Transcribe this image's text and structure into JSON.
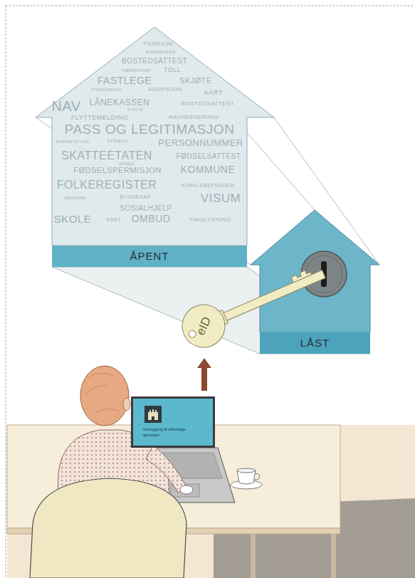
{
  "diagram": {
    "nodes": [
      {
        "text": [
          "PENSJON",
          "BARNEHAGE",
          "BOSTEDSATTEST",
          "FØRERKORT",
          "TOLL",
          "FASTLEGE",
          "SKJØTE",
          "FORSIKRING",
          "ADOPSJON",
          "KART",
          "NAV",
          "LÅNEKASSEN",
          "BOSTEDSATTEST",
          "STØTTE",
          "FLYTTEMELDING",
          "NAVNEENDRING",
          "PASS OG LEGITIMASJON",
          "BARNETRYGD",
          "STIPEND",
          "PERSONNUMMER",
          "SKATTEETATEN",
          "FØDSELSATTEST",
          "ARBEID",
          "FØDSELSPERMISJON",
          "KOMMUNE",
          "FOLKEREGISTER",
          "FORELDREPENGER",
          "VELFERD",
          "BYGGESAK",
          "VISUM",
          "SOSIALHJELP",
          "SKOLE",
          "KART",
          "OMBUD",
          "TINGLYSNING"
        ]
      },
      {
        "text": [
          "ÅPENT"
        ],
        "in": 0
      },
      {
        "text": [
          "LÅST"
        ]
      },
      {
        "text": [
          "eID"
        ]
      },
      {
        "text": [
          "Innlogging til offentlige tjenester"
        ]
      }
    ],
    "edges": [
      {
        "from": 4,
        "to": 3,
        "arrow": "to"
      }
    ]
  }
}
